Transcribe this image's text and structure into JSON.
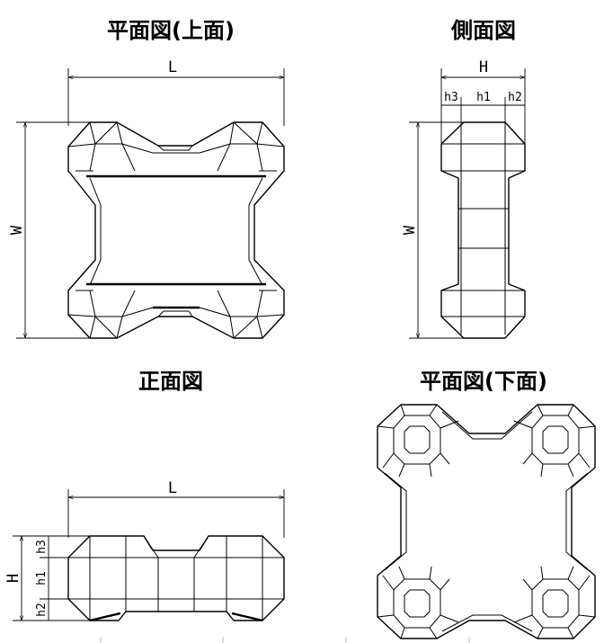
{
  "views": {
    "top": {
      "title": "平面図(上面)",
      "length_label": "L",
      "width_label": "W"
    },
    "side": {
      "title": "側面図",
      "height_label": "H",
      "h1_label": "h1",
      "h2_label": "h2",
      "h3_label": "h3",
      "width_label": "W"
    },
    "front": {
      "title": "正面図",
      "length_label": "L",
      "height_label": "H",
      "h1_label": "h1",
      "h2_label": "h2",
      "h3_label": "h3"
    },
    "bottom": {
      "title": "平面図(下面)"
    }
  }
}
